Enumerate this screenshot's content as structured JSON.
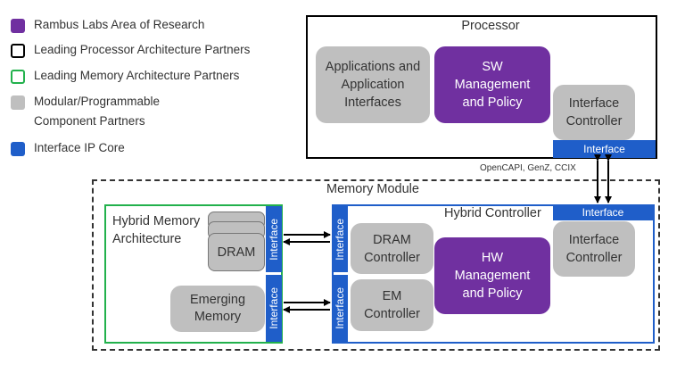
{
  "legend": [
    {
      "text": "Rambus Labs Area of Research",
      "color": "#7030a0"
    },
    {
      "text": "Leading Processor Architecture Partners",
      "color": "#000000"
    },
    {
      "text": "Leading Memory Architecture Partners",
      "color": "#22b14c"
    },
    {
      "text": "Modular/Programmable Component Partners",
      "color": "#bfbfbf"
    },
    {
      "text": "Interface IP Core",
      "color": "#1f5ec9"
    }
  ],
  "processor": {
    "title": "Processor",
    "apps": "Applications and Application Interfaces",
    "sw": "SW Management and Policy",
    "controller": "Interface Controller",
    "interface": "Interface"
  },
  "link_label": "OpenCAPI, GenZ, CCIX",
  "memory_module": {
    "title": "Memory Module",
    "interface_top": "Interface",
    "hybrid_memory": {
      "title": "Hybrid Memory Architecture",
      "dram": "DRAM",
      "emerging": "Emerging Memory",
      "interface1": "Interface",
      "interface2": "Interface"
    },
    "hybrid_controller": {
      "title": "Hybrid Controller",
      "interface1": "Interface",
      "interface2": "Interface",
      "dram_ctrl": "DRAM Controller",
      "em_ctrl": "EM Controller",
      "hw": "HW Management and Policy",
      "controller": "Interface Controller"
    }
  }
}
